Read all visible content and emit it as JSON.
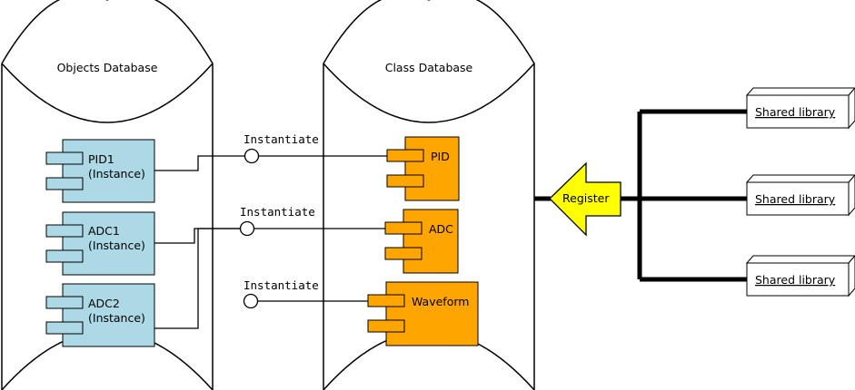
{
  "databases": {
    "objects": {
      "title": "Objects Database"
    },
    "classes": {
      "title": "Class Database"
    }
  },
  "instances": [
    {
      "line1": "PID1",
      "line2": "(Instance)"
    },
    {
      "line1": "ADC1",
      "line2": "(Instance)"
    },
    {
      "line1": "ADC2",
      "line2": "(Instance)"
    }
  ],
  "classes": [
    {
      "label": "PID"
    },
    {
      "label": "ADC"
    },
    {
      "label": "Waveform"
    }
  ],
  "interfaces": [
    {
      "label": "Instantiate"
    },
    {
      "label": "Instantiate"
    },
    {
      "label": "Instantiate"
    }
  ],
  "register": {
    "label": "Register"
  },
  "libraries": [
    {
      "label": "Shared library"
    },
    {
      "label": "Shared library"
    },
    {
      "label": "Shared library"
    }
  ],
  "colors": {
    "instance_fill": "#add8e6",
    "class_fill": "#ffa500",
    "register_fill": "#ffff00"
  }
}
